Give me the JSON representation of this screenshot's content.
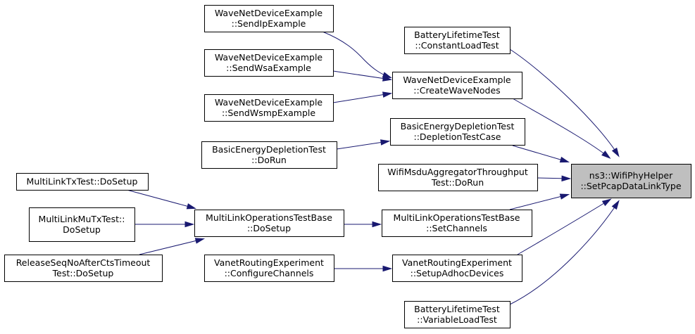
{
  "root": {
    "id": "root",
    "lines": [
      "ns3::WifiPhyHelper",
      "::SetPcapDataLinkType"
    ]
  },
  "nodes": [
    {
      "id": "send-ip",
      "lines": [
        "WaveNetDeviceExample",
        "::SendIpExample"
      ]
    },
    {
      "id": "send-wsa",
      "lines": [
        "WaveNetDeviceExample",
        "::SendWsaExample"
      ]
    },
    {
      "id": "send-wsmp",
      "lines": [
        "WaveNetDeviceExample",
        "::SendWsmpExample"
      ]
    },
    {
      "id": "create-wave",
      "lines": [
        "WaveNetDeviceExample",
        "::CreateWaveNodes"
      ]
    },
    {
      "id": "battery-const",
      "lines": [
        "BatteryLifetimeTest",
        "::ConstantLoadTest"
      ]
    },
    {
      "id": "depletion-case",
      "lines": [
        "BasicEnergyDepletionTest",
        "::DepletionTestCase"
      ]
    },
    {
      "id": "depletion-run",
      "lines": [
        "BasicEnergyDepletionTest",
        "::DoRun"
      ]
    },
    {
      "id": "msdu-run",
      "lines": [
        "WifiMsduAggregatorThroughput",
        "Test::DoRun"
      ]
    },
    {
      "id": "ml-tx",
      "lines": [
        "MultiLinkTxTest::DoSetup"
      ]
    },
    {
      "id": "ml-mutx",
      "lines": [
        "MultiLinkMuTxTest::",
        "DoSetup"
      ]
    },
    {
      "id": "release-seq",
      "lines": [
        "ReleaseSeqNoAfterCtsTimeout",
        "Test::DoSetup"
      ]
    },
    {
      "id": "ml-base-setup",
      "lines": [
        "MultiLinkOperationsTestBase",
        "::DoSetup"
      ]
    },
    {
      "id": "ml-base-chan",
      "lines": [
        "MultiLinkOperationsTestBase",
        "::SetChannels"
      ]
    },
    {
      "id": "vanet-config",
      "lines": [
        "VanetRoutingExperiment",
        "::ConfigureChannels"
      ]
    },
    {
      "id": "vanet-setup",
      "lines": [
        "VanetRoutingExperiment",
        "::SetupAdhocDevices"
      ]
    },
    {
      "id": "battery-var",
      "lines": [
        "BatteryLifetimeTest",
        "::VariableLoadTest"
      ]
    }
  ],
  "edges": [
    {
      "from": "send-ip",
      "to": "create-wave"
    },
    {
      "from": "send-wsa",
      "to": "create-wave"
    },
    {
      "from": "send-wsmp",
      "to": "create-wave"
    },
    {
      "from": "depletion-run",
      "to": "depletion-case"
    },
    {
      "from": "ml-tx",
      "to": "ml-base-setup"
    },
    {
      "from": "ml-mutx",
      "to": "ml-base-setup"
    },
    {
      "from": "release-seq",
      "to": "ml-base-setup"
    },
    {
      "from": "ml-base-setup",
      "to": "ml-base-chan"
    },
    {
      "from": "vanet-config",
      "to": "vanet-setup"
    },
    {
      "from": "battery-const",
      "to": "root"
    },
    {
      "from": "create-wave",
      "to": "root"
    },
    {
      "from": "depletion-case",
      "to": "root"
    },
    {
      "from": "msdu-run",
      "to": "root"
    },
    {
      "from": "ml-base-chan",
      "to": "root"
    },
    {
      "from": "vanet-setup",
      "to": "root"
    },
    {
      "from": "battery-var",
      "to": "root"
    }
  ]
}
